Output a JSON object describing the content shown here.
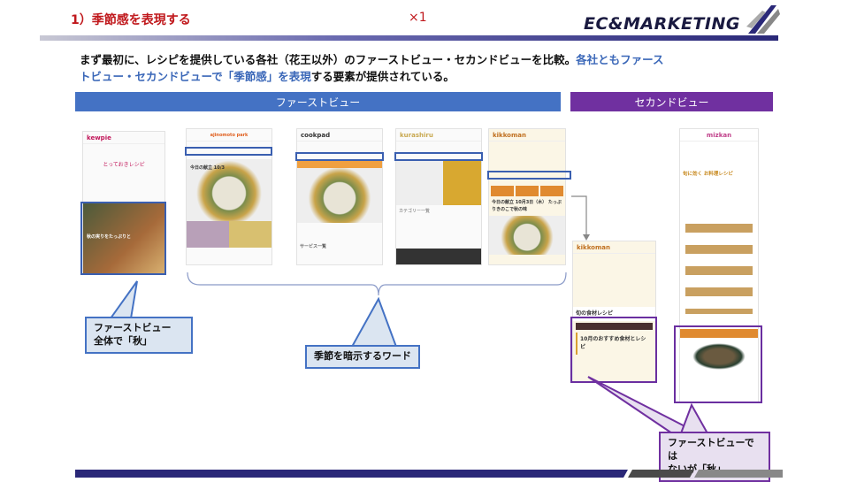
{
  "header": {
    "title": "1）季節感を表現する",
    "mark": "×1",
    "logo": "EC&MARKETING"
  },
  "intro": {
    "line1_plain": "まず最初に、レシピを提供している各社（花王以外）のファーストビュー・セカンドビューを比較。",
    "line1_highlight": "各社ともファース",
    "line2_highlight": "トビュー・セカンドビューで「季節感」を表現",
    "line2_plain": "する要素が提供されている。"
  },
  "sections": {
    "first_view": "ファーストビュー",
    "second_view": "セカンドビュー"
  },
  "screens": [
    {
      "brand": "kewpie",
      "heading": "とっておきレシピ",
      "caption": "秋の実りをたっぷりと"
    },
    {
      "brand": "ajinomoto park",
      "heading": "今日の献立 10/3"
    },
    {
      "brand": "cookpad",
      "heading": "サービス一覧"
    },
    {
      "brand": "kurashiru",
      "heading": "カテゴリー一覧"
    },
    {
      "brand": "kikkoman",
      "heading": "今日の献立 10月3日（木） たっぷりきのこで秋の味"
    },
    {
      "brand": "kikkoman",
      "heading": "旬の食材レシピ",
      "caption": "10月のおすすめ食材とレシピ"
    },
    {
      "brand": "mizkan",
      "heading": "旬に効く お料理レシピ"
    }
  ],
  "callouts": {
    "first_view_autumn": [
      "ファーストビュー",
      "全体で「秋」"
    ],
    "season_words": "季節を暗示するワード",
    "second_view_autumn": [
      "ファーストビューでは",
      "ないが「秋」"
    ]
  },
  "colors": {
    "title_red": "#c0181c",
    "first_view_blue": "#4472c4",
    "second_view_purple": "#7030a0",
    "navy": "#2a2878"
  }
}
